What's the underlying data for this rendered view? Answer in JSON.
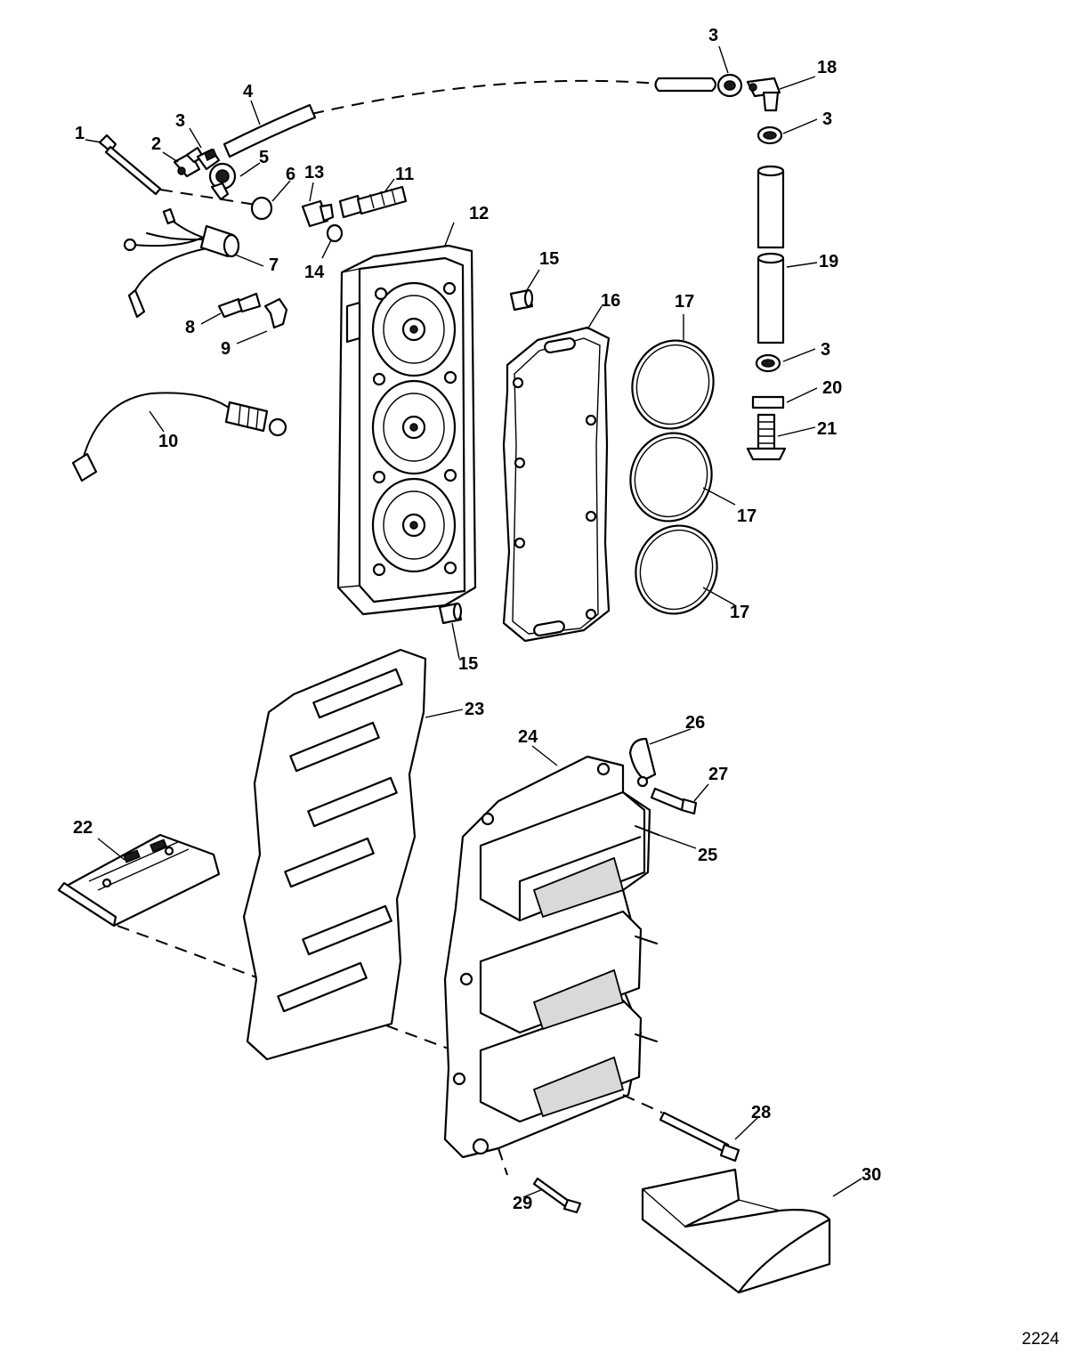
{
  "callouts": [
    "1",
    "2",
    "3",
    "3",
    "3",
    "3",
    "4",
    "5",
    "6",
    "7",
    "8",
    "9",
    "10",
    "11",
    "12",
    "13",
    "14",
    "15",
    "15",
    "16",
    "17",
    "17",
    "17",
    "18",
    "19",
    "20",
    "21",
    "22",
    "23",
    "24",
    "25",
    "26",
    "27",
    "28",
    "29",
    "30"
  ],
  "figure_number": "2224"
}
